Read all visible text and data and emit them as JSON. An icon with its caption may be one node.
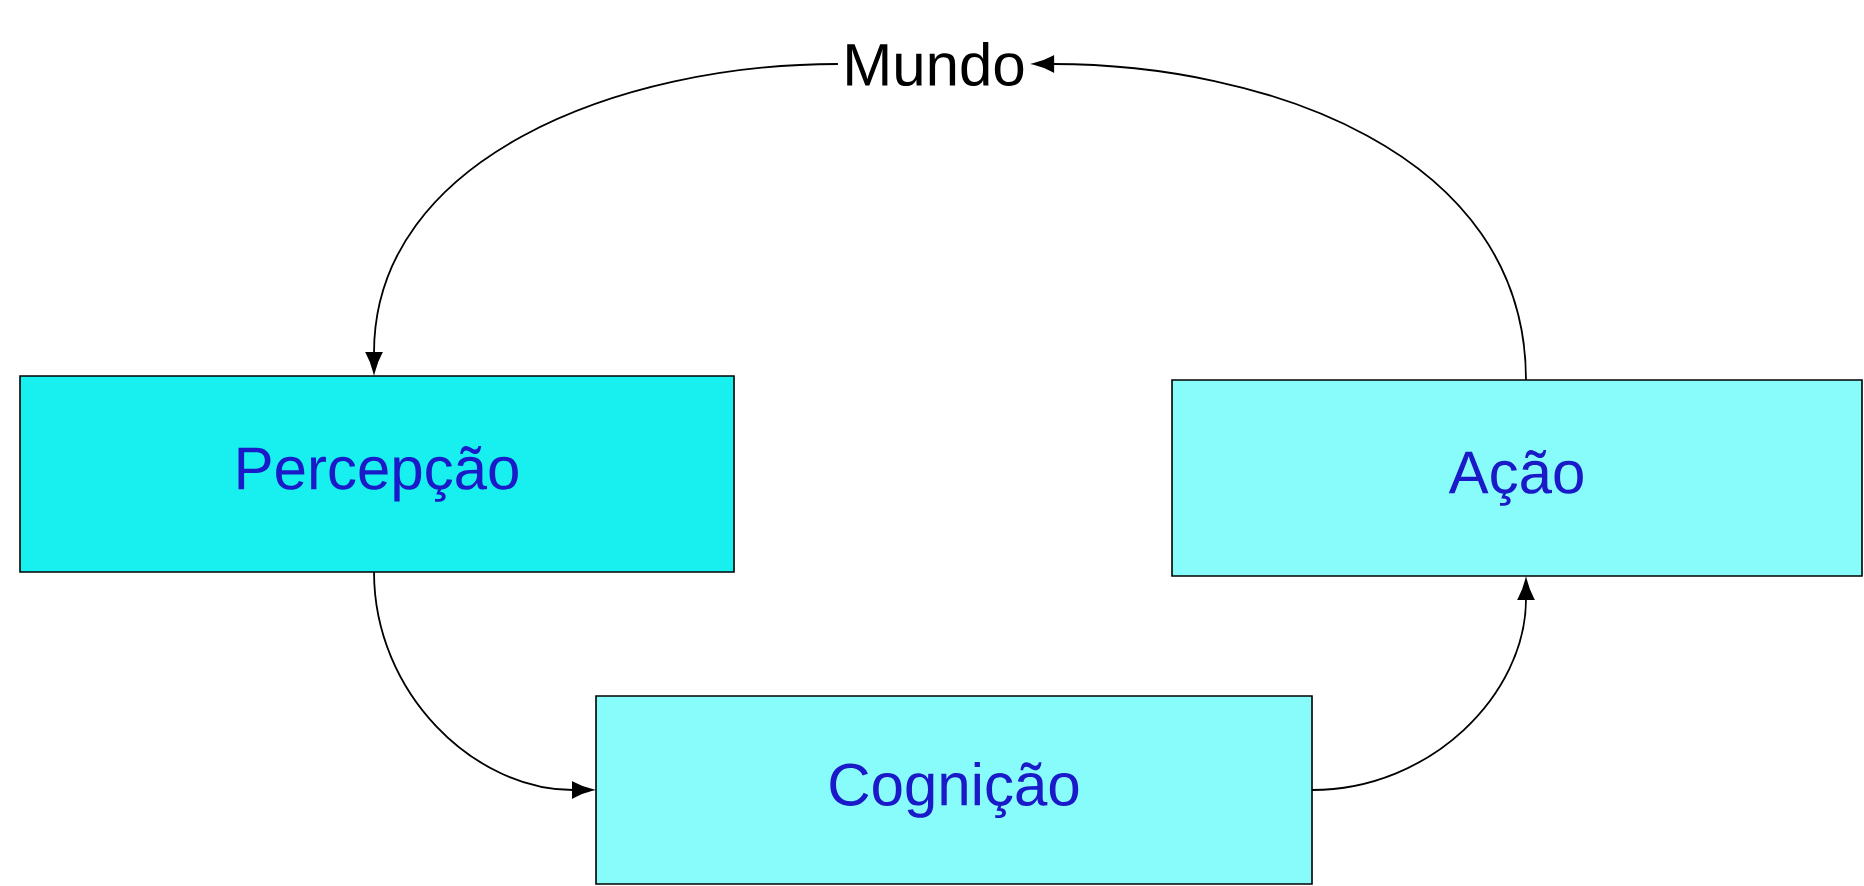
{
  "diagram": {
    "nodes": [
      {
        "text": [
          "Mundo"
        ]
      },
      {
        "text": [
          "Percepção"
        ]
      },
      {
        "text": [
          "Cognição"
        ]
      },
      {
        "text": [
          "Ação"
        ]
      }
    ],
    "edges": [
      {
        "from": 0,
        "to": 1,
        "arrow": "to"
      },
      {
        "from": 1,
        "to": 2,
        "arrow": "to"
      },
      {
        "from": 2,
        "to": 3,
        "arrow": "to"
      },
      {
        "from": 3,
        "to": 0,
        "arrow": "to"
      }
    ]
  }
}
